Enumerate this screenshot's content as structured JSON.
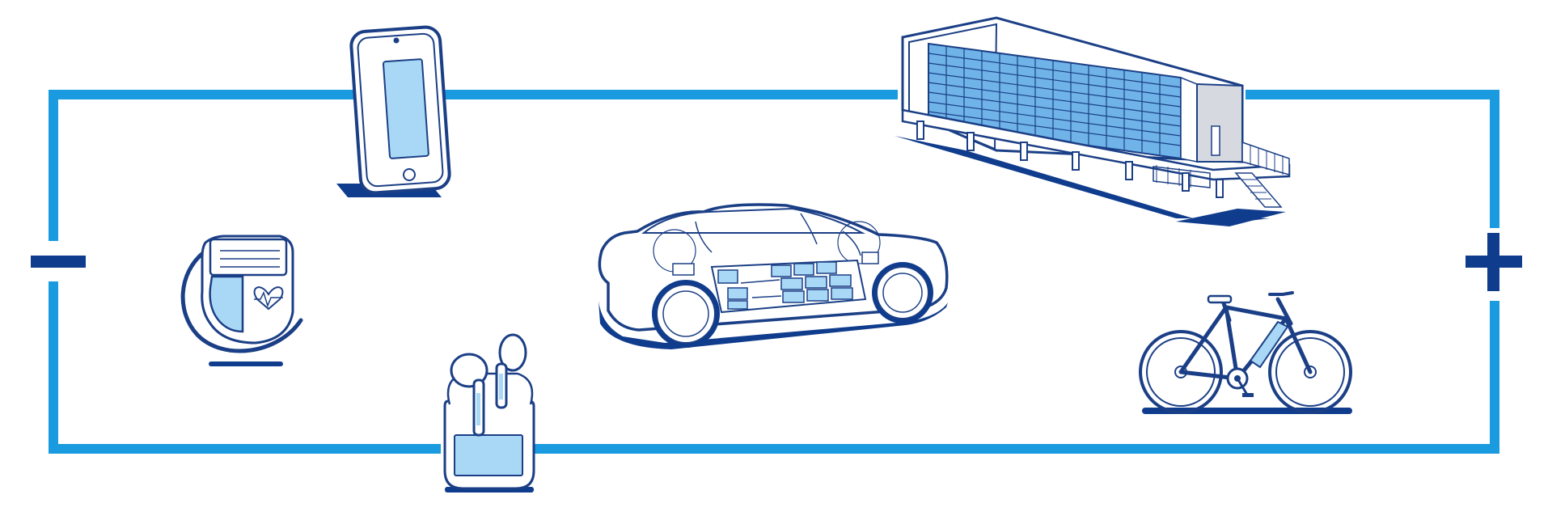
{
  "diagram": {
    "subject": "battery-applications-circuit",
    "colors": {
      "circuit_wire": "#1a9be0",
      "navy": "#0f3c8c",
      "outline": "#1b3f86",
      "cell_fill": "#a8d8f6",
      "cell_fill_dark": "#6fb3e8",
      "building_gray": "#d6d9df",
      "background": "#ffffff"
    },
    "terminals": [
      {
        "polarity": "negative",
        "symbol-icon": "minus-icon"
      },
      {
        "polarity": "positive",
        "symbol-icon": "plus-icon"
      }
    ],
    "devices": [
      {
        "icon": "smartphone-icon"
      },
      {
        "icon": "pacemaker-icon"
      },
      {
        "icon": "wireless-earbuds-icon"
      },
      {
        "icon": "electric-car-icon"
      },
      {
        "icon": "energy-storage-facility-icon"
      },
      {
        "icon": "electric-bicycle-icon"
      }
    ]
  }
}
